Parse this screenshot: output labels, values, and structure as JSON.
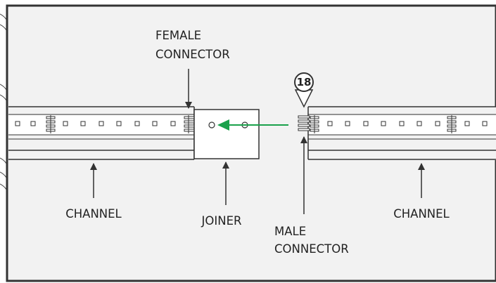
{
  "labels": {
    "female_connector": [
      "FEMALE",
      "CONNECTOR"
    ],
    "male_connector": [
      "MALE",
      "CONNECTOR"
    ],
    "channel_left": "CHANNEL",
    "channel_right": "CHANNEL",
    "joiner": "JOINER",
    "step_number": "18"
  },
  "colors": {
    "frame_background": "#f2f2f2",
    "line": "#333333",
    "insert_arrow": "#1aa14b"
  },
  "icons": [
    "step-marker-icon",
    "insert-arrow-icon"
  ]
}
